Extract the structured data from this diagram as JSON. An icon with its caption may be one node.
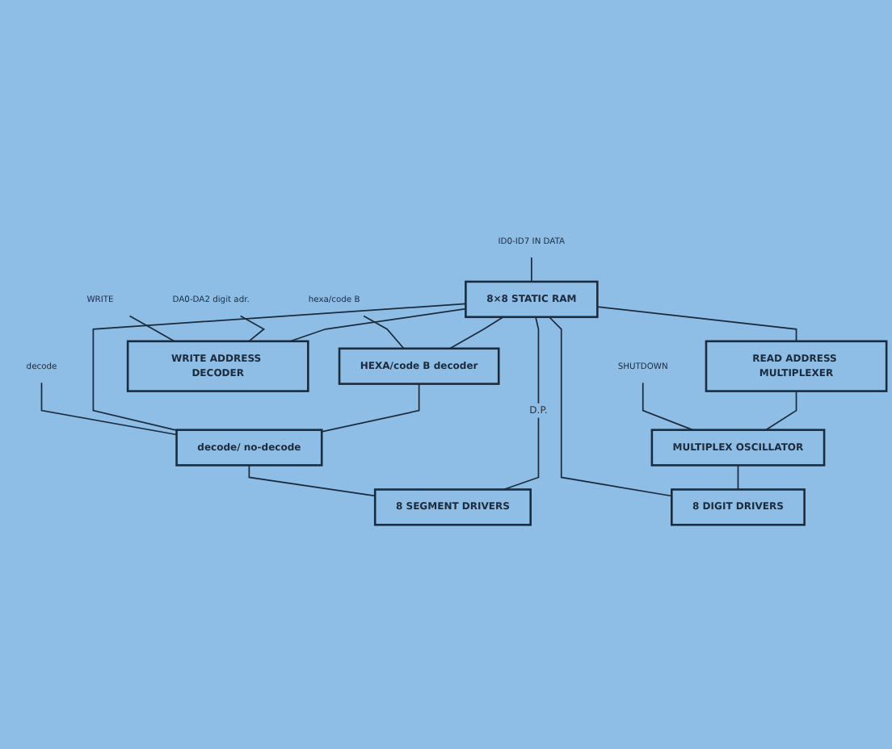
{
  "diagram": {
    "nodes": [
      {
        "text": [
          "decode"
        ]
      },
      {
        "text": [
          "hexa/code B"
        ]
      },
      {
        "text": [
          "ID0-ID7 IN DATA"
        ]
      },
      {
        "text": [
          "WRITE"
        ]
      },
      {
        "text": [
          "DA0-DA2 digit adr."
        ]
      },
      {
        "text": [
          "SHUTDOWN"
        ]
      },
      {
        "text": [
          "8×8 STATIC RAM"
        ]
      },
      {
        "text": [
          "WRITE ADDRESS DECODER"
        ]
      },
      {
        "text": [
          "HEXA/code B decoder"
        ]
      },
      {
        "text": [
          "READ ADDRESS MULTIPLEXER"
        ]
      },
      {
        "text": [
          "decode/ no-decode"
        ]
      },
      {
        "text": [
          "MULTIPLEX OSCILLATOR"
        ]
      },
      {
        "text": [
          "8 SEGMENT DRIVERS"
        ]
      },
      {
        "text": [
          "8 DIGIT DRIVERS"
        ]
      }
    ],
    "edges": [
      {
        "from": 2,
        "to": 6,
        "arrow": "none"
      },
      {
        "from": 3,
        "to": 7,
        "arrow": "none"
      },
      {
        "from": 4,
        "to": 7,
        "arrow": "none"
      },
      {
        "from": 1,
        "to": 8,
        "arrow": "none"
      },
      {
        "from": 0,
        "to": 10,
        "arrow": "none"
      },
      {
        "from": 5,
        "to": 11,
        "arrow": "none"
      },
      {
        "from": 6,
        "to": 7,
        "arrow": "none"
      },
      {
        "from": 6,
        "to": 8,
        "arrow": "none"
      },
      {
        "from": 6,
        "to": 10,
        "arrow": "none"
      },
      {
        "from": 8,
        "to": 10,
        "arrow": "none"
      },
      {
        "from": 6,
        "to": 9,
        "arrow": "none"
      },
      {
        "from": 6,
        "to": 13,
        "arrow": "none"
      },
      {
        "from": 9,
        "to": 11,
        "arrow": "none"
      },
      {
        "from": 10,
        "to": 12,
        "arrow": "none"
      },
      {
        "from": 6,
        "to": 12,
        "label": "D.P.",
        "arrow": "none"
      },
      {
        "from": 11,
        "to": 13,
        "arrow": "none"
      }
    ]
  }
}
